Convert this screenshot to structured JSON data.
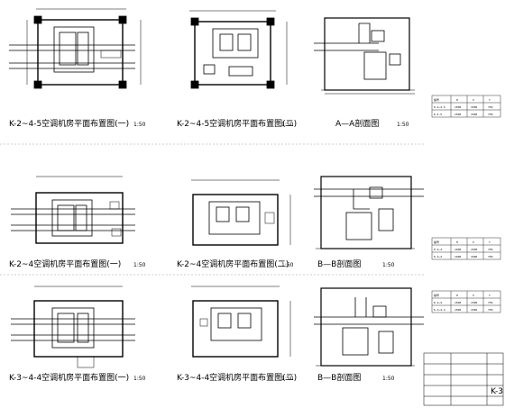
{
  "drawing_captions": [
    {
      "id": "top-left",
      "title": "K-2~4-5空调机房平面布置图(一)",
      "scale": "1:50"
    },
    {
      "id": "top-mid",
      "title": "K-2~4-5空调机房平面布置图(二)",
      "scale": "1:50"
    },
    {
      "id": "top-right",
      "title": "A—A剖面图",
      "scale": "1:50"
    },
    {
      "id": "mid-left",
      "title": "K-2~4空调机房平面布置图(一)",
      "scale": "1:50"
    },
    {
      "id": "mid-mid",
      "title": "K-2~4空调机房平面布置图(二)",
      "scale": "1:50"
    },
    {
      "id": "mid-right",
      "title": "B—B剖面图",
      "scale": "1:50"
    },
    {
      "id": "bot-left",
      "title": "K-3~4-4空调机房平面布置图(一)",
      "scale": "1:50"
    },
    {
      "id": "bot-mid",
      "title": "K-3~4-4空调机房平面布置图(二)",
      "scale": "1:50"
    },
    {
      "id": "bot-right",
      "title": "B—B剖面图",
      "scale": "1:50"
    }
  ],
  "schedules": [
    {
      "id": "schedule-1",
      "rows": [
        [
          "编号",
          "H",
          "X",
          "Y"
        ],
        [
          "K-2~4-5",
          "1500",
          "1500",
          "750"
        ],
        [
          "K-4-5",
          "1500",
          "1500",
          "750"
        ]
      ]
    },
    {
      "id": "schedule-2",
      "rows": [
        [
          "编号",
          "H",
          "X",
          "Y"
        ],
        [
          "K-2~4",
          "1400",
          "1500",
          "750"
        ],
        [
          "K-3~4",
          "1400",
          "1500",
          "750"
        ]
      ]
    },
    {
      "id": "schedule-3",
      "rows": [
        [
          "编号",
          "H",
          "X",
          "Y"
        ],
        [
          "K-2~4",
          "1500",
          "1500",
          "750"
        ],
        [
          "K-3~4-4",
          "1500",
          "1500",
          "750"
        ]
      ]
    }
  ],
  "title_block": {
    "label": "K-3"
  },
  "colors": {
    "line": "#000000",
    "background": "#ffffff"
  }
}
